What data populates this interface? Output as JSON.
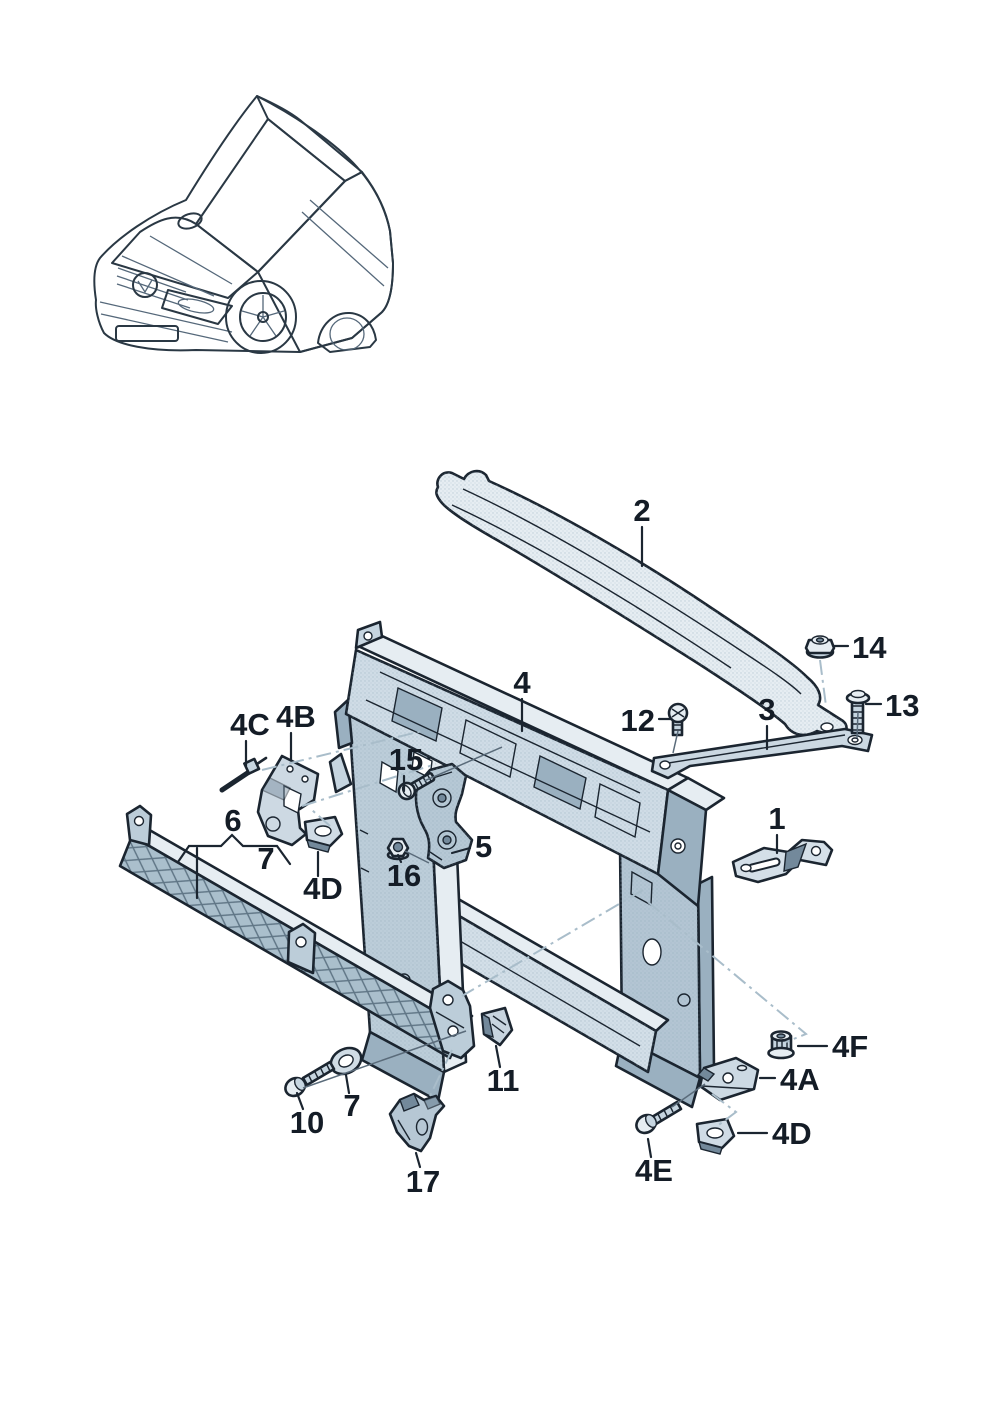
{
  "page": {
    "background": "#ffffff"
  },
  "diagram": {
    "type": "exploded-parts-diagram",
    "subject": "radiator-support-front-panel-assembly",
    "vehicle_thumbnail": "car-front-three-quarter-line-art",
    "colors": {
      "outline": "#1b2530",
      "fill_light": "#e6edf2",
      "fill_mid": "#c6d5e0",
      "fill_dark": "#9ab0c0",
      "fill_deep": "#73899b",
      "glass": "#b7c5d1",
      "alignment_line": "#a9bdca",
      "label": "#141c26"
    },
    "callouts": {
      "c1": "1",
      "c2": "2",
      "c3": "3",
      "c4": "4",
      "c4a": "4A",
      "c4b": "4B",
      "c4c": "4C",
      "c4d_upper": "4D",
      "c4d_lower": "4D",
      "c4e": "4E",
      "c4f": "4F",
      "c5": "5",
      "c6": "6",
      "c7_group": "7",
      "c7_washer": "7",
      "c10": "10",
      "c11": "11",
      "c12": "12",
      "c13": "13",
      "c14": "14",
      "c15": "15",
      "c16": "16",
      "c17": "17"
    }
  }
}
